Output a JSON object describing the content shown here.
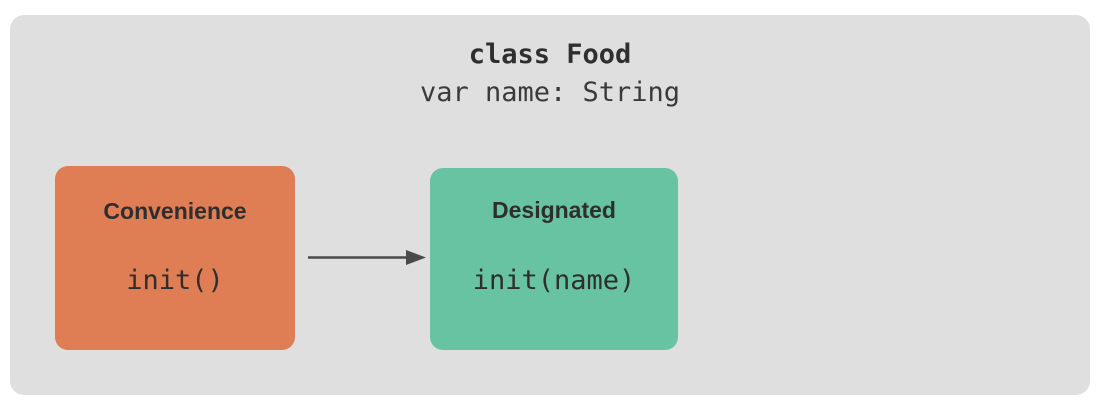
{
  "diagram": {
    "title_mono_bold": "class Food",
    "property_declaration": "var name: String",
    "panel_color": "#dfdfdf",
    "page_background": "#ffffff",
    "boxes": [
      {
        "id": "convenience",
        "title": "Convenience",
        "signature": "init()",
        "color": "#df7d55",
        "text_color": "#2e2e2e"
      },
      {
        "id": "designated",
        "title": "Designated",
        "signature": "init(name)",
        "color": "#68c3a3",
        "text_color": "#2e2e2e"
      }
    ],
    "arrow": {
      "name": "delegation-arrow",
      "from": "convenience",
      "to": "designated",
      "direction": "right",
      "color": "#4a4a4a"
    }
  }
}
